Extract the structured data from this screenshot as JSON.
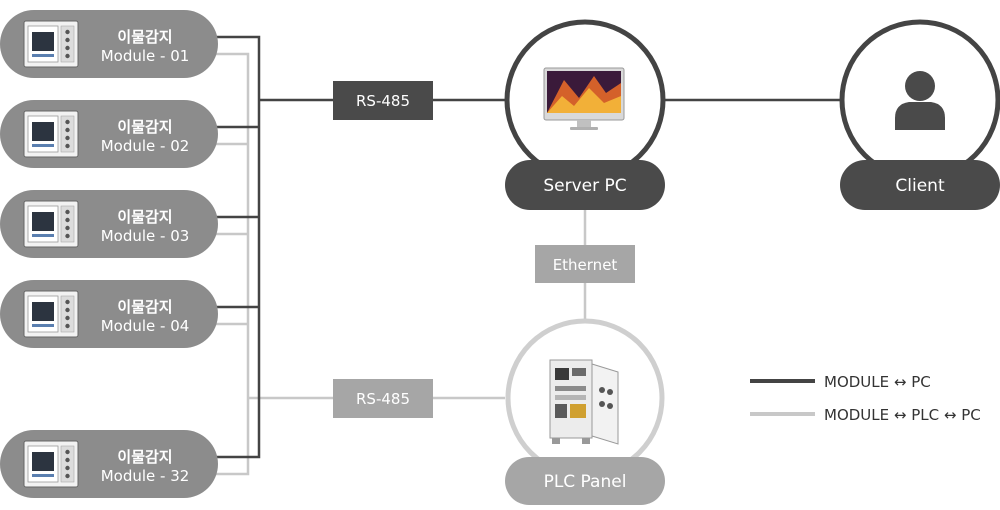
{
  "modules": [
    {
      "title": "이물감지",
      "subtitle": "Module - 01"
    },
    {
      "title": "이물감지",
      "subtitle": "Module - 02"
    },
    {
      "title": "이물감지",
      "subtitle": "Module - 03"
    },
    {
      "title": "이물감지",
      "subtitle": "Module - 04"
    },
    {
      "title": "이물감지",
      "subtitle": "Module - 32"
    }
  ],
  "links": {
    "rs485_top": "RS-485",
    "rs485_bottom": "RS-485",
    "ethernet": "Ethernet"
  },
  "nodes": {
    "server": {
      "label": "Server PC",
      "icon": "monitor-icon"
    },
    "client": {
      "label": "Client",
      "icon": "user-icon"
    },
    "plc": {
      "label": "PLC Panel",
      "icon": "plc-cabinet-icon"
    }
  },
  "legend": {
    "dark": "MODULE ↔ PC",
    "light": "MODULE ↔ PLC ↔ PC"
  },
  "colors": {
    "dark_line": "#444444",
    "light_line": "#c8c8c8",
    "module_bg": "#8c8c8c",
    "dark_label_bg": "#4a4a4a",
    "light_label_bg": "#a6a6a6"
  }
}
